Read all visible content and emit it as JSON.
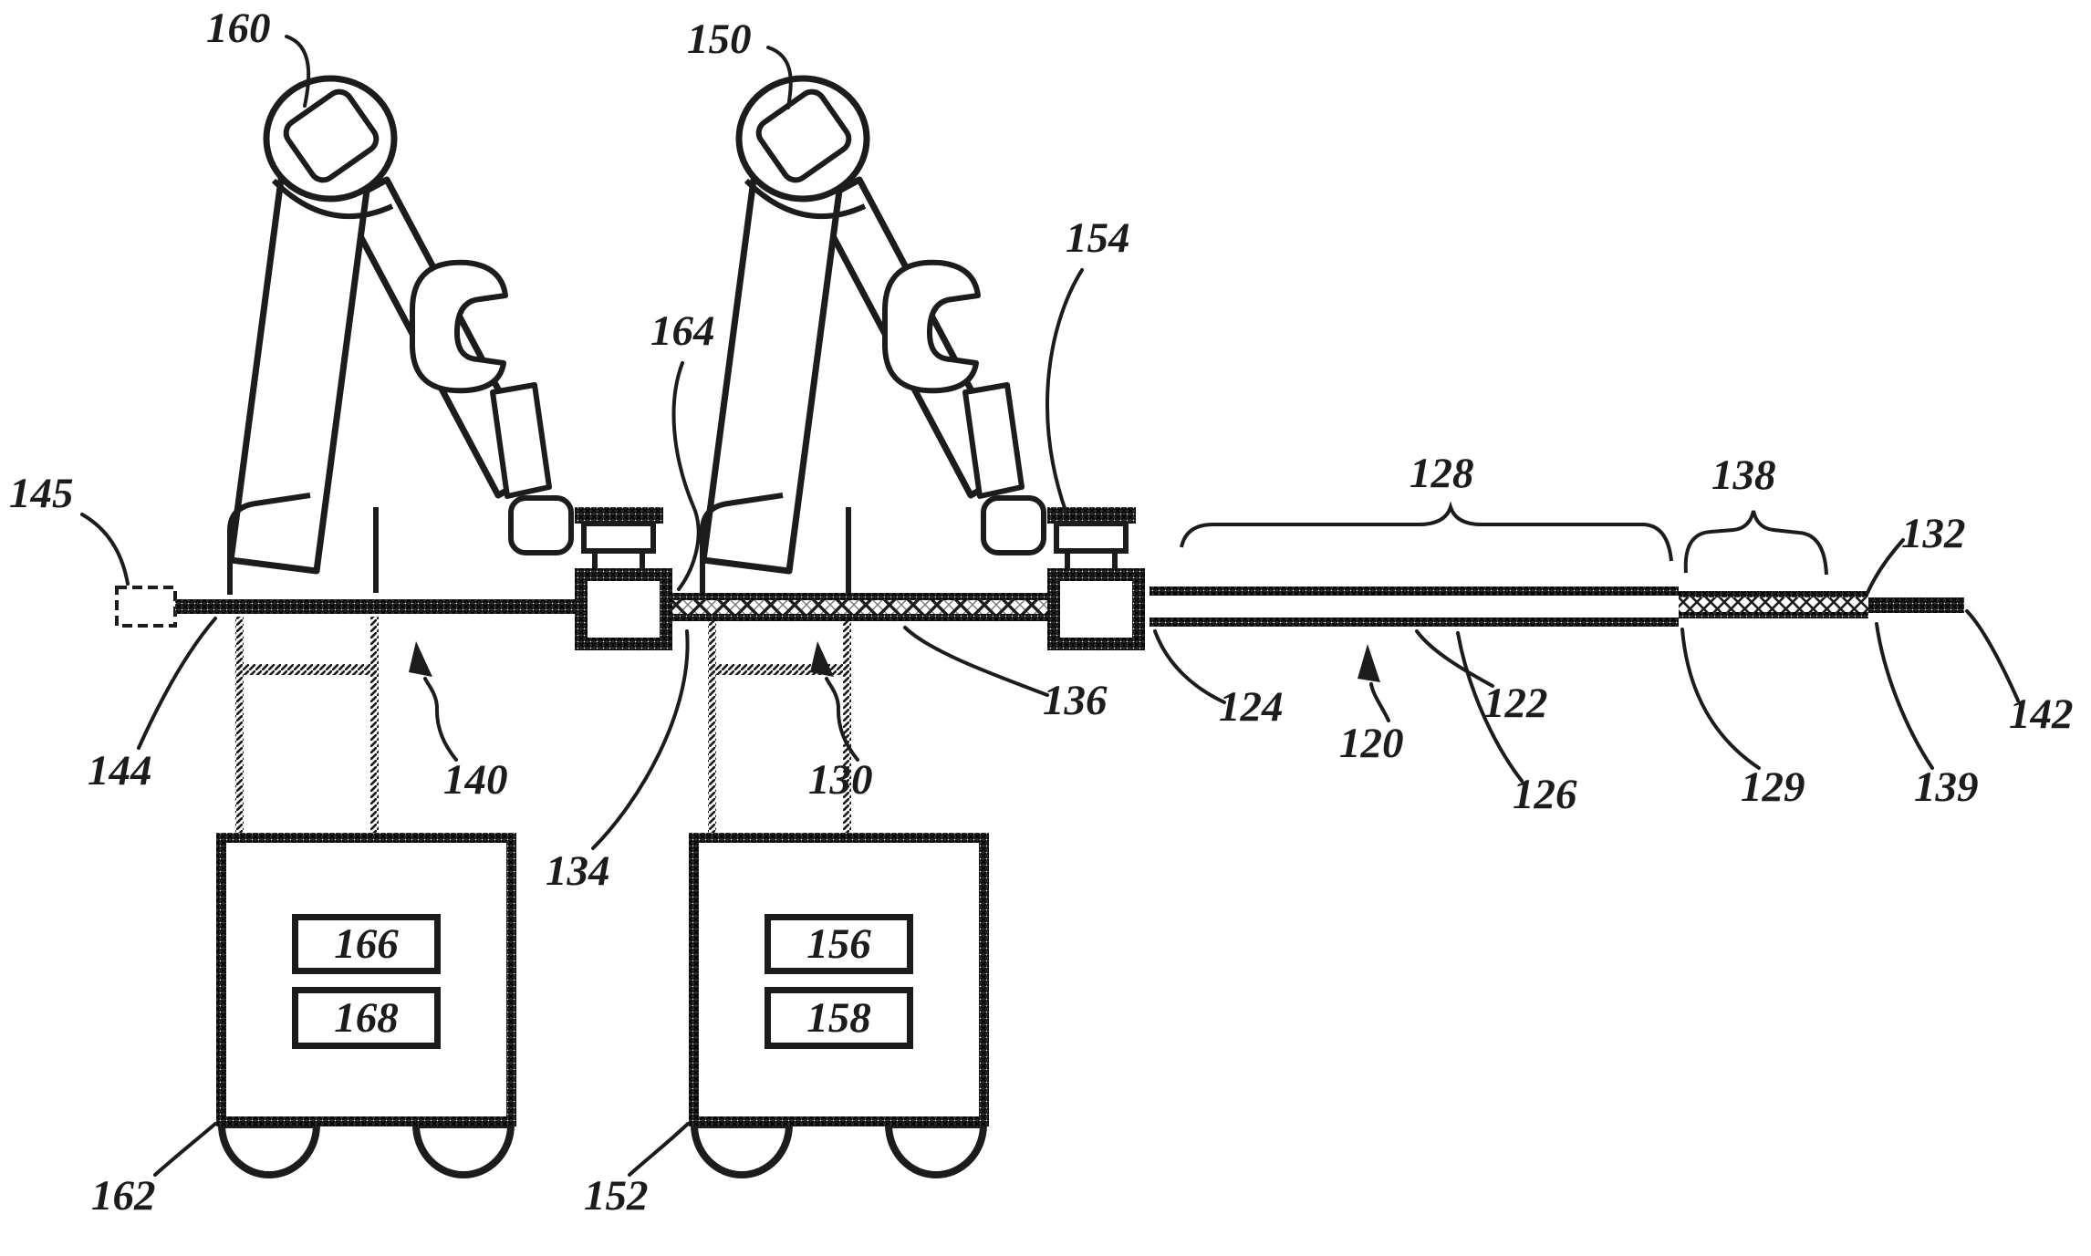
{
  "figure": {
    "kind": "patent-line-drawing",
    "subject": "Two robotic arm instrument drivers on wheeled carts driving an elongated medical instrument assembly",
    "background_color": "#ffffff",
    "line_color": "#1c1c1c"
  },
  "labels": {
    "160": "160",
    "150": "150",
    "164": "164",
    "154": "154",
    "145": "145",
    "144": "144",
    "140": "140",
    "134": "134",
    "130": "130",
    "136": "136",
    "124": "124",
    "120": "120",
    "126": "126",
    "122": "122",
    "128": "128",
    "138": "138",
    "132": "132",
    "129": "129",
    "139": "139",
    "142": "142",
    "162": "162",
    "152": "152",
    "166": "166",
    "168": "168",
    "156": "156",
    "158": "158"
  }
}
